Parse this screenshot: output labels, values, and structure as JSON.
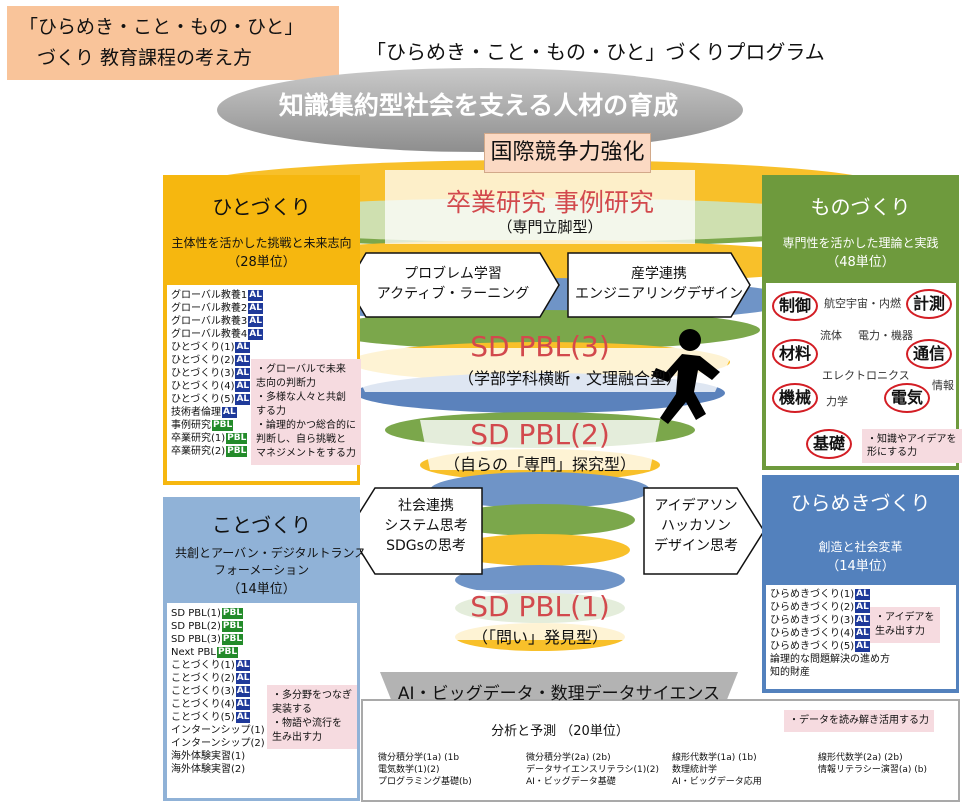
{
  "corner_title": {
    "line1": "「ひらめき・こと・もの・ひと」",
    "line2": "づくり 教育課程の考え方"
  },
  "program_title": "「ひらめき・こと・もの・ひと」づくりプログラム",
  "goal": "知識集約型社会を支える人材の育成",
  "intl": "国際競争力強化",
  "graduation": {
    "title": "卒業研究 事例研究",
    "sub": "（専門立脚型）"
  },
  "pbl3": {
    "title": "SD PBL(3)",
    "sub": "（学部学科横断・文理融合型）"
  },
  "pbl2": {
    "title": "SD PBL(2)",
    "sub": "（自らの「専門」探究型）"
  },
  "pbl1": {
    "title": "SD PBL(1)",
    "sub": "（「問い」発見型）"
  },
  "hex": {
    "tl": {
      "l1": "プロブレム学習",
      "l2": "アクティブ・ラーニング"
    },
    "tr": {
      "l1": "産学連携",
      "l2": "エンジニアリングデザイン"
    },
    "ml": {
      "l1": "社会連携",
      "l2": "システム思考",
      "l3": "SDGsの思考"
    },
    "mr": {
      "l1": "アイデアソン",
      "l2": "ハッカソン",
      "l3": "デザイン思考"
    }
  },
  "hito": {
    "title": "ひとづくり",
    "sub": "主体性を活かした挑戦と未来志向",
    "units": "（28単位）",
    "items": [
      {
        "name": "グローバル教養1",
        "tag": "AL"
      },
      {
        "name": "グローバル教養2",
        "tag": "AL"
      },
      {
        "name": "グローバル教養3",
        "tag": "AL"
      },
      {
        "name": "グローバル教養4",
        "tag": "AL"
      },
      {
        "name": "ひとづくり(1)",
        "tag": "AL"
      },
      {
        "name": "ひとづくり(2)",
        "tag": "AL"
      },
      {
        "name": "ひとづくり(3)",
        "tag": "AL"
      },
      {
        "name": "ひとづくり(4)",
        "tag": "AL"
      },
      {
        "name": "ひとづくり(5)",
        "tag": "AL"
      },
      {
        "name": "技術者倫理",
        "tag": "AL"
      },
      {
        "name": "事例研究",
        "tag": "PBL"
      },
      {
        "name": "卒業研究(1)",
        "tag": "PBL"
      },
      {
        "name": "卒業研究(2)",
        "tag": "PBL"
      }
    ],
    "note": [
      "・グローバルで未来",
      "志向の判断力",
      "・多様な人々と共創",
      "する力",
      "・論理的かつ総合的に",
      "判断し、自ら挑戦と",
      "マネジメントをする力"
    ]
  },
  "mono": {
    "title": "ものづくり",
    "sub": "専門性を活かした理論と実践",
    "units": "（48単位）",
    "ovals": [
      "制御",
      "計測",
      "材料",
      "通信",
      "機械",
      "電気",
      "基礎"
    ],
    "small": [
      "航空宇宙・内燃",
      "流体",
      "電力・機器",
      "エレクトロニクス",
      "情報",
      "力学"
    ],
    "note": [
      "・知識やアイデアを",
      "形にする力"
    ]
  },
  "koto": {
    "title": "ことづくり",
    "sub1": "共創とアーバン・デジタルトランス",
    "sub2": "フォーメーション",
    "units": "（14単位）",
    "items": [
      {
        "name": "SD PBL(1)",
        "tag": "PBL"
      },
      {
        "name": "SD PBL(2)",
        "tag": "PBL"
      },
      {
        "name": "SD PBL(3)",
        "tag": "PBL"
      },
      {
        "name": "Next PBL",
        "tag": "PBL"
      },
      {
        "name": "ことづくり(1)",
        "tag": "AL"
      },
      {
        "name": "ことづくり(2)",
        "tag": "AL"
      },
      {
        "name": "ことづくり(3)",
        "tag": "AL"
      },
      {
        "name": "ことづくり(4)",
        "tag": "AL"
      },
      {
        "name": "ことづくり(5)",
        "tag": "AL"
      },
      {
        "name": "インターンシップ(1)",
        "tag": ""
      },
      {
        "name": "インターンシップ(2)",
        "tag": ""
      },
      {
        "name": "海外体験実習(1)",
        "tag": ""
      },
      {
        "name": "海外体験実習(2)",
        "tag": ""
      }
    ],
    "note": [
      "・多分野をつなぎ",
      "実装する",
      "・物語や流行を",
      "生み出す力"
    ]
  },
  "hirameki": {
    "title": "ひらめきづくり",
    "sub": "創造と社会変革",
    "units": "（14単位）",
    "items": [
      {
        "name": "ひらめきづくり(1)",
        "tag": "AL"
      },
      {
        "name": "ひらめきづくり(2)",
        "tag": "AL"
      },
      {
        "name": "ひらめきづくり(3)",
        "tag": "AL"
      },
      {
        "name": "ひらめきづくり(4)",
        "tag": "AL"
      },
      {
        "name": "ひらめきづくり(5)",
        "tag": "AL"
      },
      {
        "name": "論理的な問題解決の進め方",
        "tag": ""
      },
      {
        "name": "知的財産",
        "tag": ""
      }
    ],
    "note": [
      "・アイデアを",
      "生み出す力"
    ]
  },
  "ai": {
    "title": "AI・ビッグデータ・数理データサイエンス",
    "sub": "分析と予測 （20単位）",
    "note": "・データを読み解き活用する力",
    "col1": [
      "微分積分学(1a) (1b",
      "電気数学(1)(2)",
      "プログラミング基礎(b)"
    ],
    "col2": [
      "微分積分学(2a) (2b)",
      "データサイエンスリテラシ(1)(2)",
      "AI・ビッグデータ基礎"
    ],
    "col3": [
      "線形代数学(1a) (1b)",
      "数理統計学",
      "AI・ビッグデータ応用"
    ],
    "col4": [
      "線形代数学(2a) (2b)",
      "情報リテラシー演習(a) (b)"
    ]
  },
  "colors": {
    "hito": "#f6b70f",
    "mono": "#6e9a3d",
    "koto": "#90b2d7",
    "hirameki": "#5381bd",
    "gray": "#a9a9a9",
    "accent_red": "#d2494d"
  }
}
